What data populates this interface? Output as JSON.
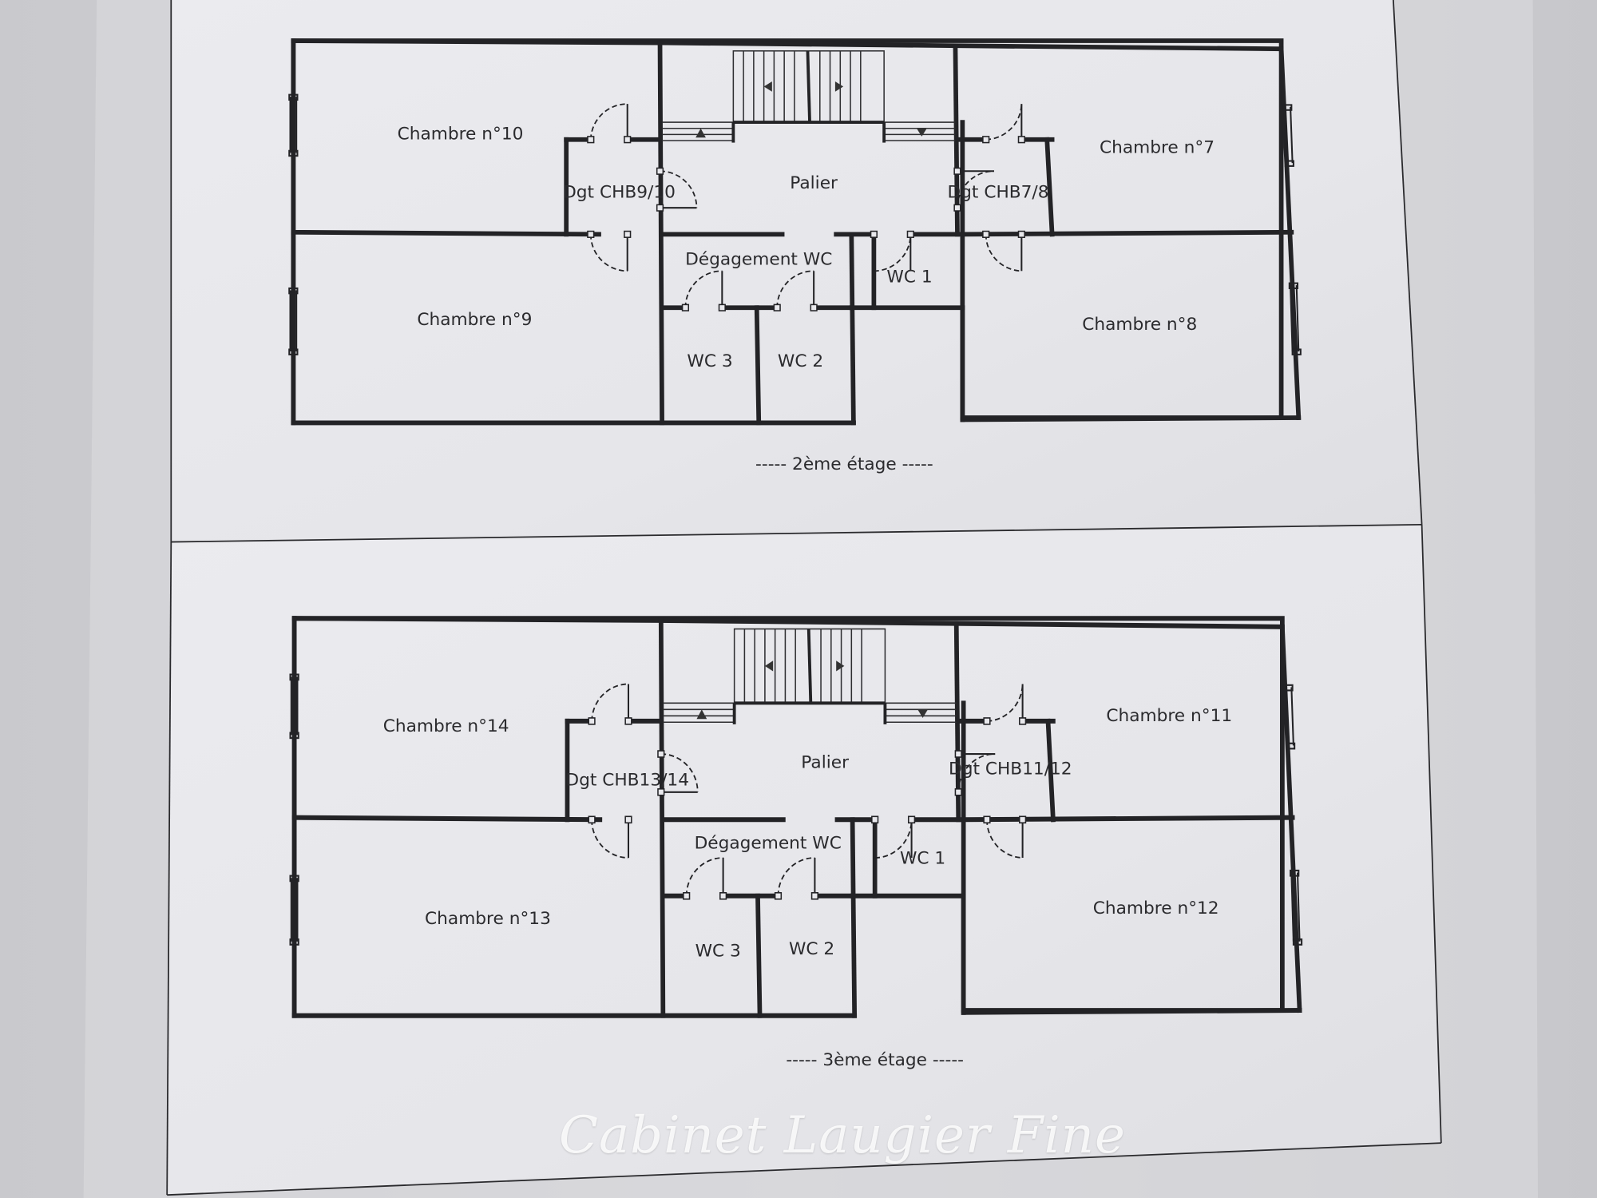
{
  "floors": [
    {
      "caption": "----- 2ème étage -----",
      "rooms": {
        "chambre_a": "Chambre n°10",
        "chambre_b": "Chambre n°9",
        "chambre_c": "Chambre n°7",
        "chambre_d": "Chambre n°8",
        "dgt_left": "Dgt CHB9/10",
        "dgt_right": "Dgt CHB7/8",
        "palier": "Palier",
        "degagement": "Dégagement WC",
        "wc1": "WC 1",
        "wc2": "WC 2",
        "wc3": "WC 3"
      }
    },
    {
      "caption": "----- 3ème étage -----",
      "rooms": {
        "chambre_a": "Chambre n°14",
        "chambre_b": "Chambre n°13",
        "chambre_c": "Chambre n°11",
        "chambre_d": "Chambre n°12",
        "dgt_left": "Dgt CHB13/14",
        "dgt_right": "Dgt CHB11/12",
        "palier": "Palier",
        "degagement": "Dégagement WC",
        "wc1": "WC 1",
        "wc2": "WC 2",
        "wc3": "WC 3"
      }
    }
  ],
  "watermark": "Cabinet Laugier Fine"
}
